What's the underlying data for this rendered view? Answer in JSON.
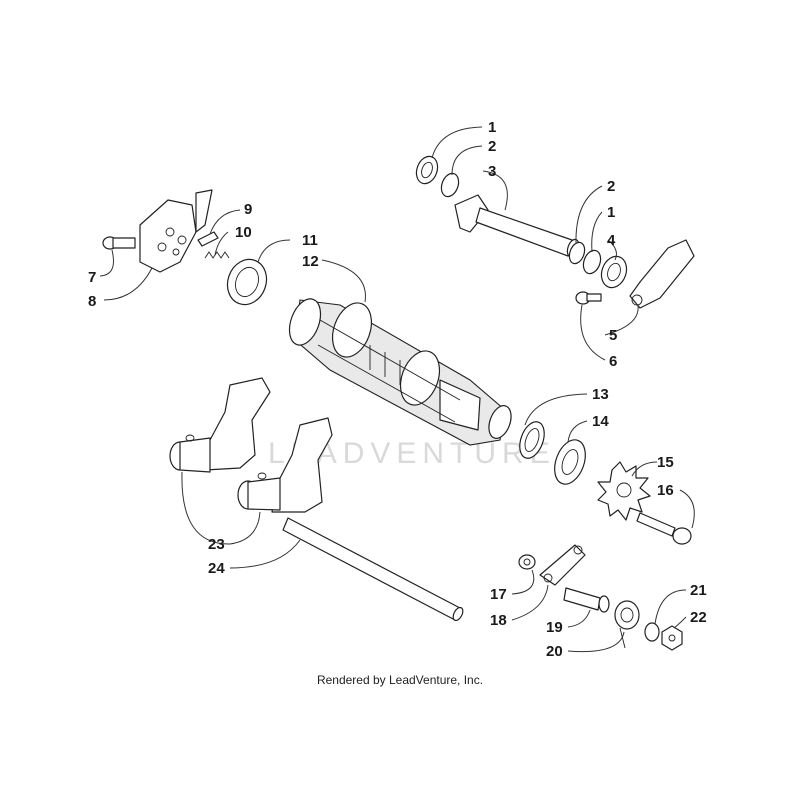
{
  "watermark": "LEADVENTURE",
  "footer": "Rendered by LeadVenture, Inc.",
  "callouts": [
    "1",
    "2",
    "3",
    "2",
    "1",
    "4",
    "5",
    "6",
    "7",
    "8",
    "9",
    "10",
    "11",
    "12",
    "13",
    "14",
    "15",
    "16",
    "17",
    "18",
    "19",
    "20",
    "21",
    "22",
    "23",
    "24"
  ]
}
